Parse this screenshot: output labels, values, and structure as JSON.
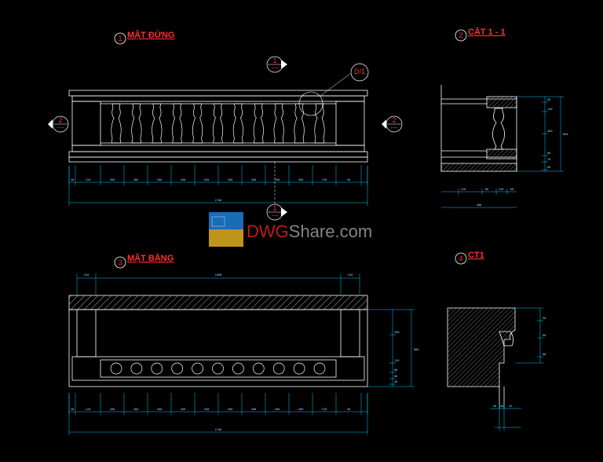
{
  "titles": {
    "elevation": {
      "number": "1",
      "label": "MẶT ĐỨNG"
    },
    "section": {
      "number": "2",
      "label": "CẮT 1 - 1"
    },
    "plan": {
      "number": "3",
      "label": "MẶT BẰNG"
    },
    "detail": {
      "number": "4",
      "label": "CT1"
    }
  },
  "markers": {
    "section_top": {
      "num": "1",
      "sheet": "---"
    },
    "section_bottom": {
      "num": "1",
      "sheet": "---"
    },
    "left": {
      "num": "2",
      "sheet": "---"
    },
    "right": {
      "num": "2",
      "sheet": "---"
    },
    "detail_callout": {
      "label": "D/1"
    }
  },
  "watermark": {
    "brand_a": "DWG",
    "brand_b": "Share",
    "brand_c": ".com"
  },
  "dims": {
    "elev_chain": [
      "40",
      "120",
      "260",
      "260",
      "260",
      "260",
      "260",
      "260",
      "260",
      "260",
      "260",
      "120",
      "40"
    ],
    "elev_total": "2740",
    "plan_chain": [
      "40",
      "120",
      "260",
      "260",
      "260",
      "260",
      "260",
      "260",
      "260",
      "260",
      "260",
      "120",
      "40"
    ],
    "plan_total": "2740",
    "plan_top": [
      "220",
      "1600",
      "220"
    ],
    "plan_side": [
      "390",
      "120",
      "80",
      "60",
      "40"
    ],
    "plan_side_total": "880",
    "sec_right": [
      "60",
      "140",
      "460",
      "60",
      "70",
      "60"
    ],
    "sec_total": "850",
    "sec_bottom": [
      "120",
      "60",
      "120",
      "60"
    ],
    "sec_bottom_total": "400",
    "ct_right": [
      "50",
      "60",
      "80"
    ],
    "ct_bottom": [
      "30",
      "50",
      "15"
    ]
  },
  "colors": {
    "line": "#ffffff",
    "dim": "#00c8ff",
    "title": "#ff3030",
    "watermark_blue": "#1e7fd6",
    "watermark_red": "#e02020",
    "watermark_grey": "#9a9a9a"
  }
}
